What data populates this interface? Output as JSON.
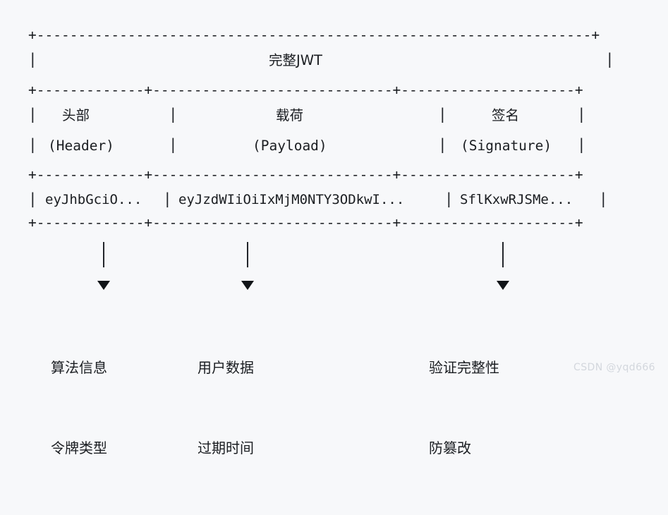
{
  "diagram": {
    "title_row": {
      "label": "完整JWT",
      "left_pipe": "|",
      "right_pipe": "|"
    },
    "rules": {
      "top": "+-------------------------------------------------------------------+",
      "mid1": "+-------------+-----------------------------+---------------------+",
      "mid2": "+-------------+-----------------------------+---------------------+",
      "bottom": "+-------------+-----------------------------+---------------------+"
    },
    "columns": [
      {
        "name_cn": "头部",
        "name_en": "(Header)",
        "token": "eyJhbGciO...",
        "notes": [
          "算法信息",
          "令牌类型"
        ]
      },
      {
        "name_cn": "载荷",
        "name_en": "(Payload)",
        "token": "eyJzdWIiOiIxMjM0NTY3ODkwI...",
        "notes": [
          "用户数据",
          "过期时间"
        ]
      },
      {
        "name_cn": "签名",
        "name_en": "(Signature)",
        "token": "SflKxwRJSMe...",
        "notes": [
          "验证完整性",
          "防篡改"
        ]
      }
    ],
    "pipe_glyph": "|",
    "arrow_glyph": "▼"
  },
  "watermark": {
    "text": "CSDN @yqd666"
  },
  "colors": {
    "background": "#f7f8fa",
    "ink": "#1a1d21",
    "rule": "#23262b",
    "watermark": "#d3d7dd"
  }
}
